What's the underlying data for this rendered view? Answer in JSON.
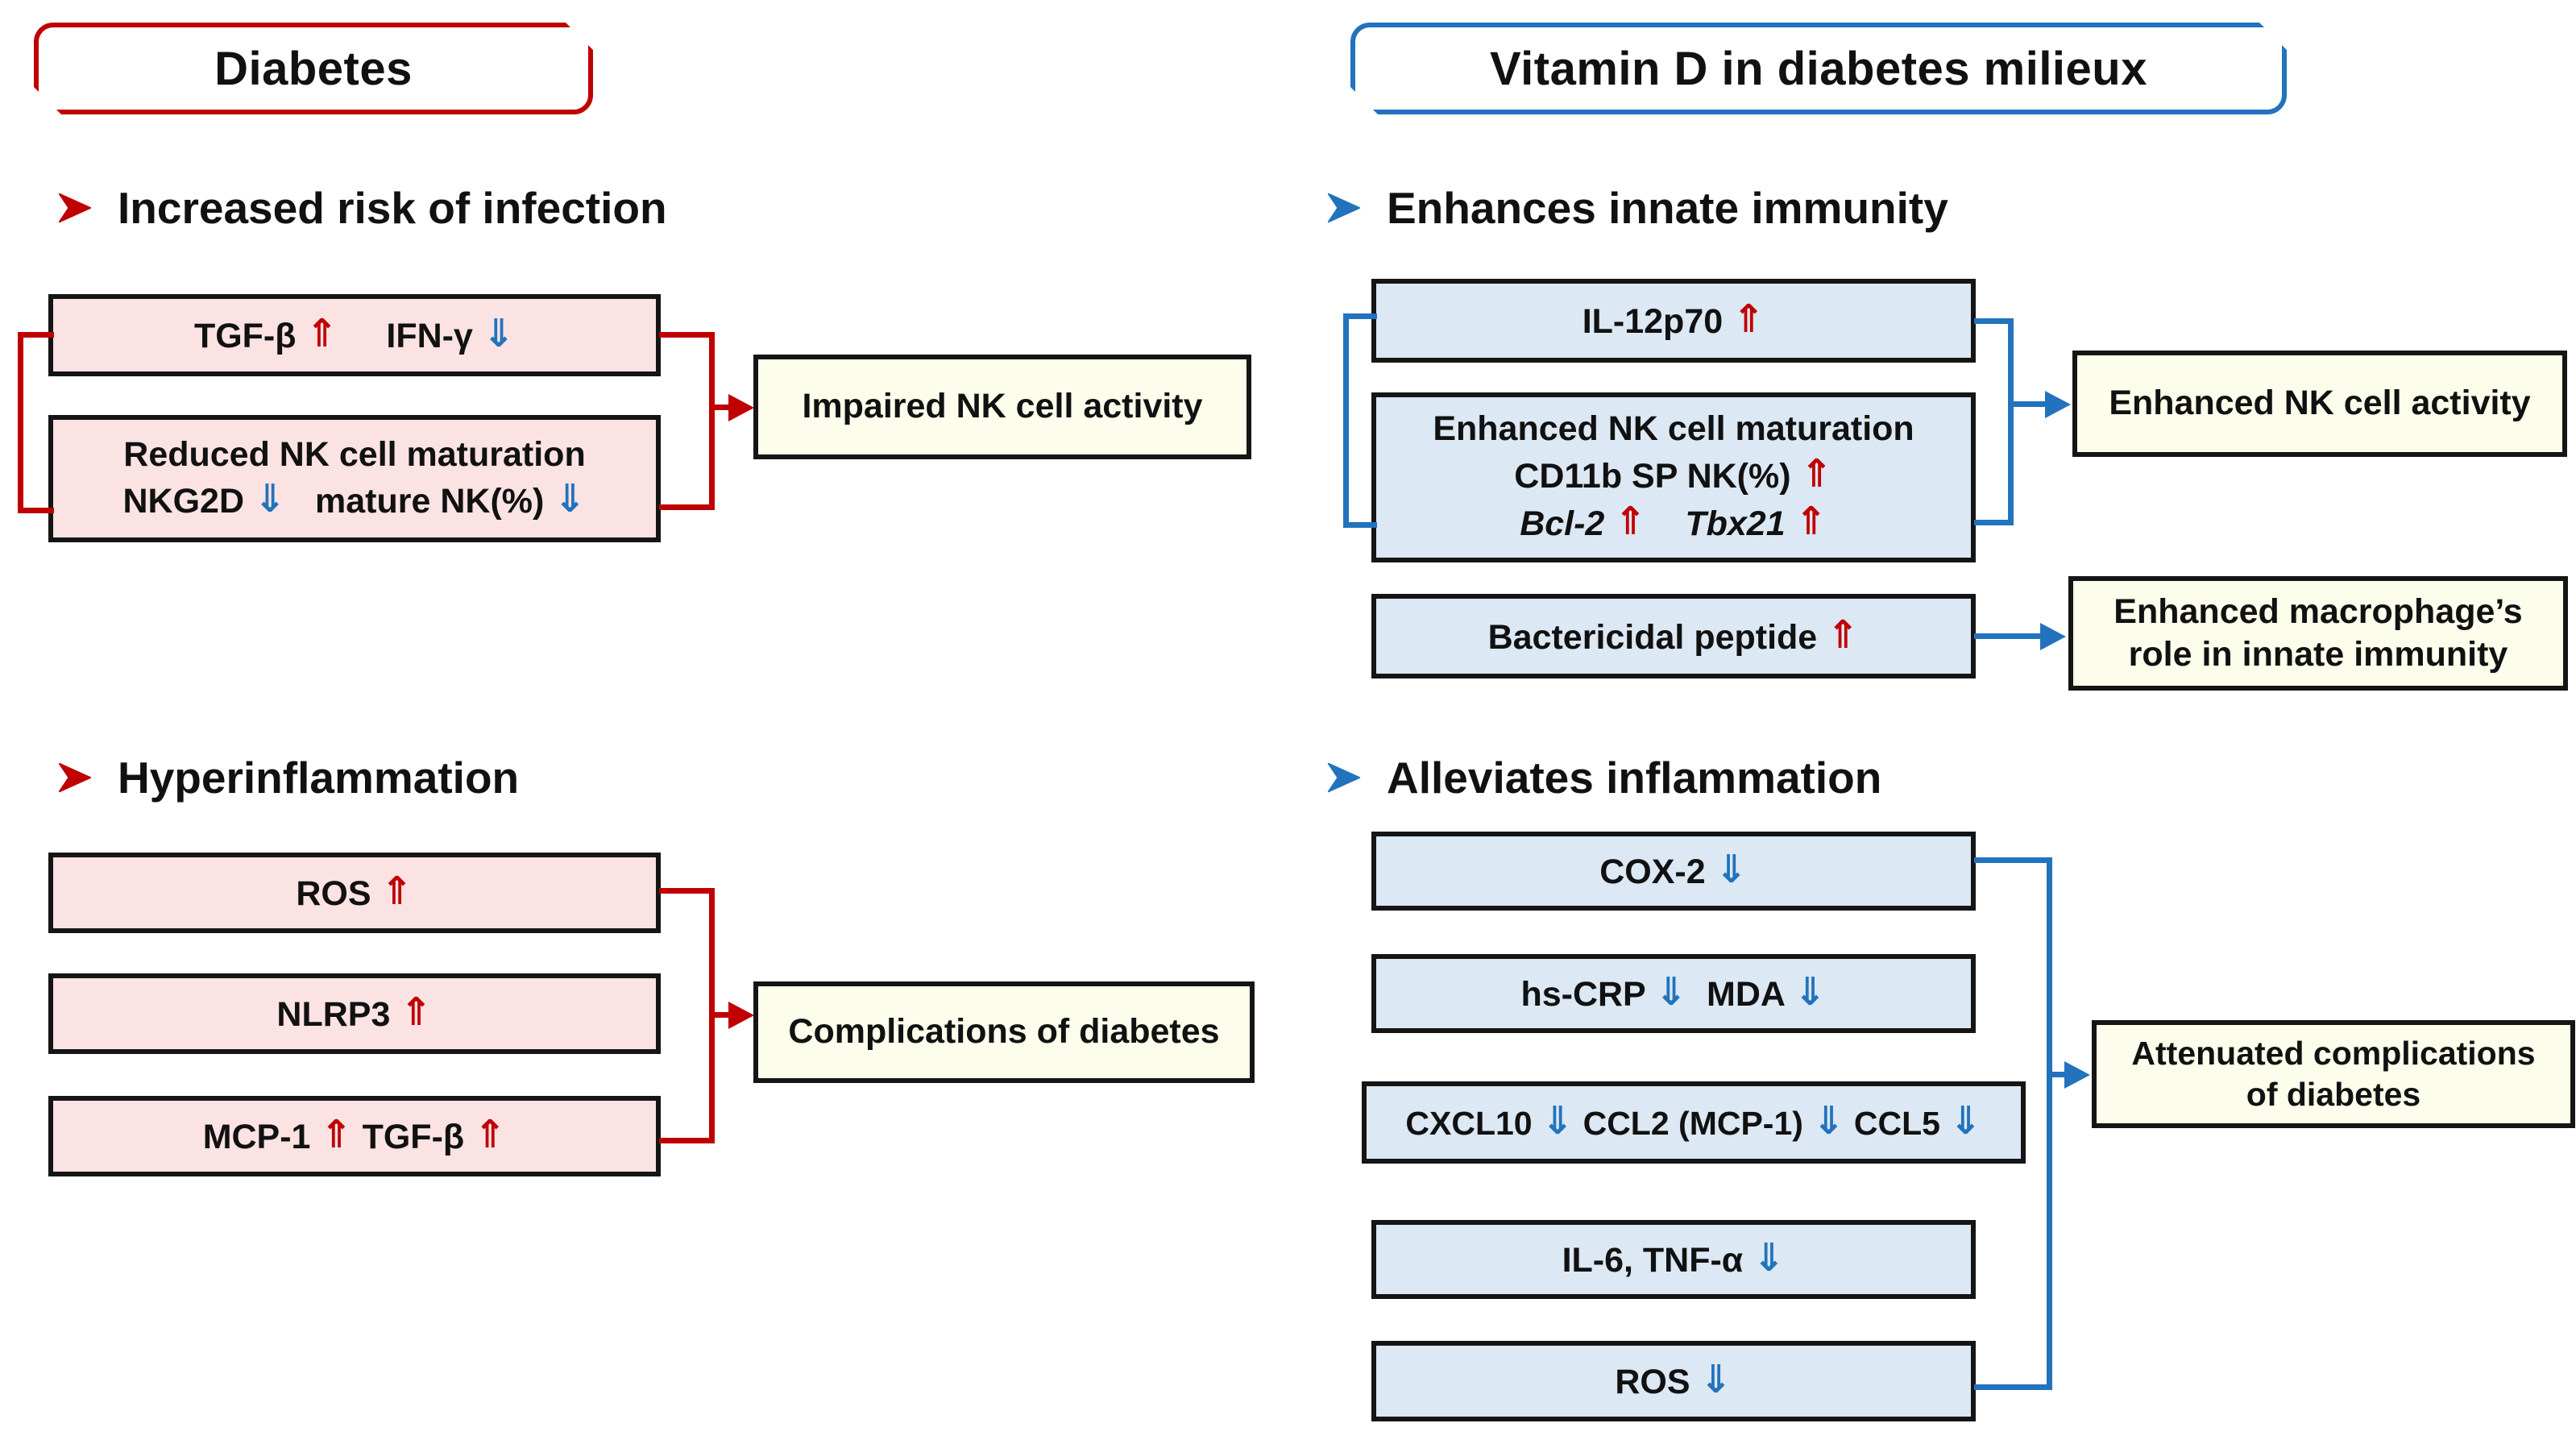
{
  "colors": {
    "red_accent": "#c00000",
    "blue_accent": "#2273bd",
    "pink_fill": "#fbe3e4",
    "blue_fill": "#dce8f4",
    "cream_fill": "#fdfdec",
    "box_border": "#151515",
    "background": "#ffffff"
  },
  "glyphs": {
    "up": "⇑",
    "down": "⇓",
    "bullet": "➢"
  },
  "headers": {
    "left": "Diabetes",
    "right": "Vitamin D in diabetes milieux"
  },
  "headings": {
    "infection": "Increased risk of infection",
    "hyper": "Hyperinflammation",
    "innate": "Enhances innate immunity",
    "inflammation": "Alleviates inflammation"
  },
  "boxes": {
    "tgf_ifn": {
      "lines": [
        [
          {
            "t": "TGF-β "
          },
          {
            "a": "up"
          },
          {
            "t": "     IFN-γ "
          },
          {
            "a": "down"
          }
        ]
      ]
    },
    "reduced_nk": {
      "lines": [
        [
          {
            "t": "Reduced NK cell maturation"
          }
        ],
        [
          {
            "t": "NKG2D "
          },
          {
            "a": "down"
          },
          {
            "t": "   mature NK(%) "
          },
          {
            "a": "down"
          }
        ]
      ]
    },
    "impaired": {
      "lines": [
        [
          {
            "t": "Impaired NK cell activity"
          }
        ]
      ]
    },
    "ros_up": {
      "lines": [
        [
          {
            "t": "ROS "
          },
          {
            "a": "up"
          }
        ]
      ]
    },
    "nlrp3": {
      "lines": [
        [
          {
            "t": "NLRP3 "
          },
          {
            "a": "up"
          }
        ]
      ]
    },
    "mcp1_tgf": {
      "lines": [
        [
          {
            "t": "MCP-1 "
          },
          {
            "a": "up"
          },
          {
            "t": " TGF-β "
          },
          {
            "a": "up"
          }
        ]
      ]
    },
    "complications": {
      "lines": [
        [
          {
            "t": "Complications of diabetes"
          }
        ]
      ]
    },
    "il12": {
      "lines": [
        [
          {
            "t": "IL-12p70 "
          },
          {
            "a": "up"
          }
        ]
      ]
    },
    "enh_maturation": {
      "lines": [
        [
          {
            "t": "Enhanced NK cell maturation"
          }
        ],
        [
          {
            "t": "CD11b SP NK(%) "
          },
          {
            "a": "up"
          }
        ],
        [
          {
            "t": "Bcl-2 ",
            "i": true
          },
          {
            "a": "up"
          },
          {
            "t": "    "
          },
          {
            "t": "Tbx21 ",
            "i": true
          },
          {
            "a": "up"
          }
        ]
      ]
    },
    "enh_activity": {
      "lines": [
        [
          {
            "t": "Enhanced NK cell activity"
          }
        ]
      ]
    },
    "bactericidal": {
      "lines": [
        [
          {
            "t": "Bactericidal peptide "
          },
          {
            "a": "up"
          }
        ]
      ]
    },
    "macrophage": {
      "lines": [
        [
          {
            "t": "Enhanced macrophage’s"
          }
        ],
        [
          {
            "t": "role in innate immunity"
          }
        ]
      ]
    },
    "cox2": {
      "lines": [
        [
          {
            "t": "COX-2 "
          },
          {
            "a": "down"
          }
        ]
      ]
    },
    "hscrp_mda": {
      "lines": [
        [
          {
            "t": "hs-CRP "
          },
          {
            "a": "down"
          },
          {
            "t": "  MDA "
          },
          {
            "a": "down"
          }
        ]
      ]
    },
    "chemokines": {
      "lines": [
        [
          {
            "t": "CXCL10 "
          },
          {
            "a": "down"
          },
          {
            "t": " CCL2 (MCP-1) "
          },
          {
            "a": "down"
          },
          {
            "t": " CCL5 "
          },
          {
            "a": "down"
          }
        ]
      ]
    },
    "il6_tnf": {
      "lines": [
        [
          {
            "t": "IL-6, TNF-α "
          },
          {
            "a": "down"
          }
        ]
      ]
    },
    "ros_down": {
      "lines": [
        [
          {
            "t": "ROS "
          },
          {
            "a": "down"
          }
        ]
      ]
    },
    "attenuated": {
      "lines": [
        [
          {
            "t": "Attenuated complications"
          }
        ],
        [
          {
            "t": "of diabetes"
          }
        ]
      ]
    }
  }
}
